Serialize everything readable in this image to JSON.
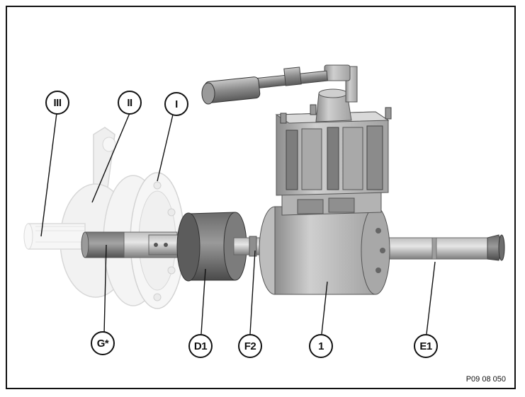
{
  "figure": {
    "reference": "P09 08 050",
    "callouts": {
      "iii": "III",
      "ii": "II",
      "i": "I",
      "g": "G*",
      "d1": "D1",
      "f2": "F2",
      "one": "1",
      "e1": "E1"
    }
  }
}
